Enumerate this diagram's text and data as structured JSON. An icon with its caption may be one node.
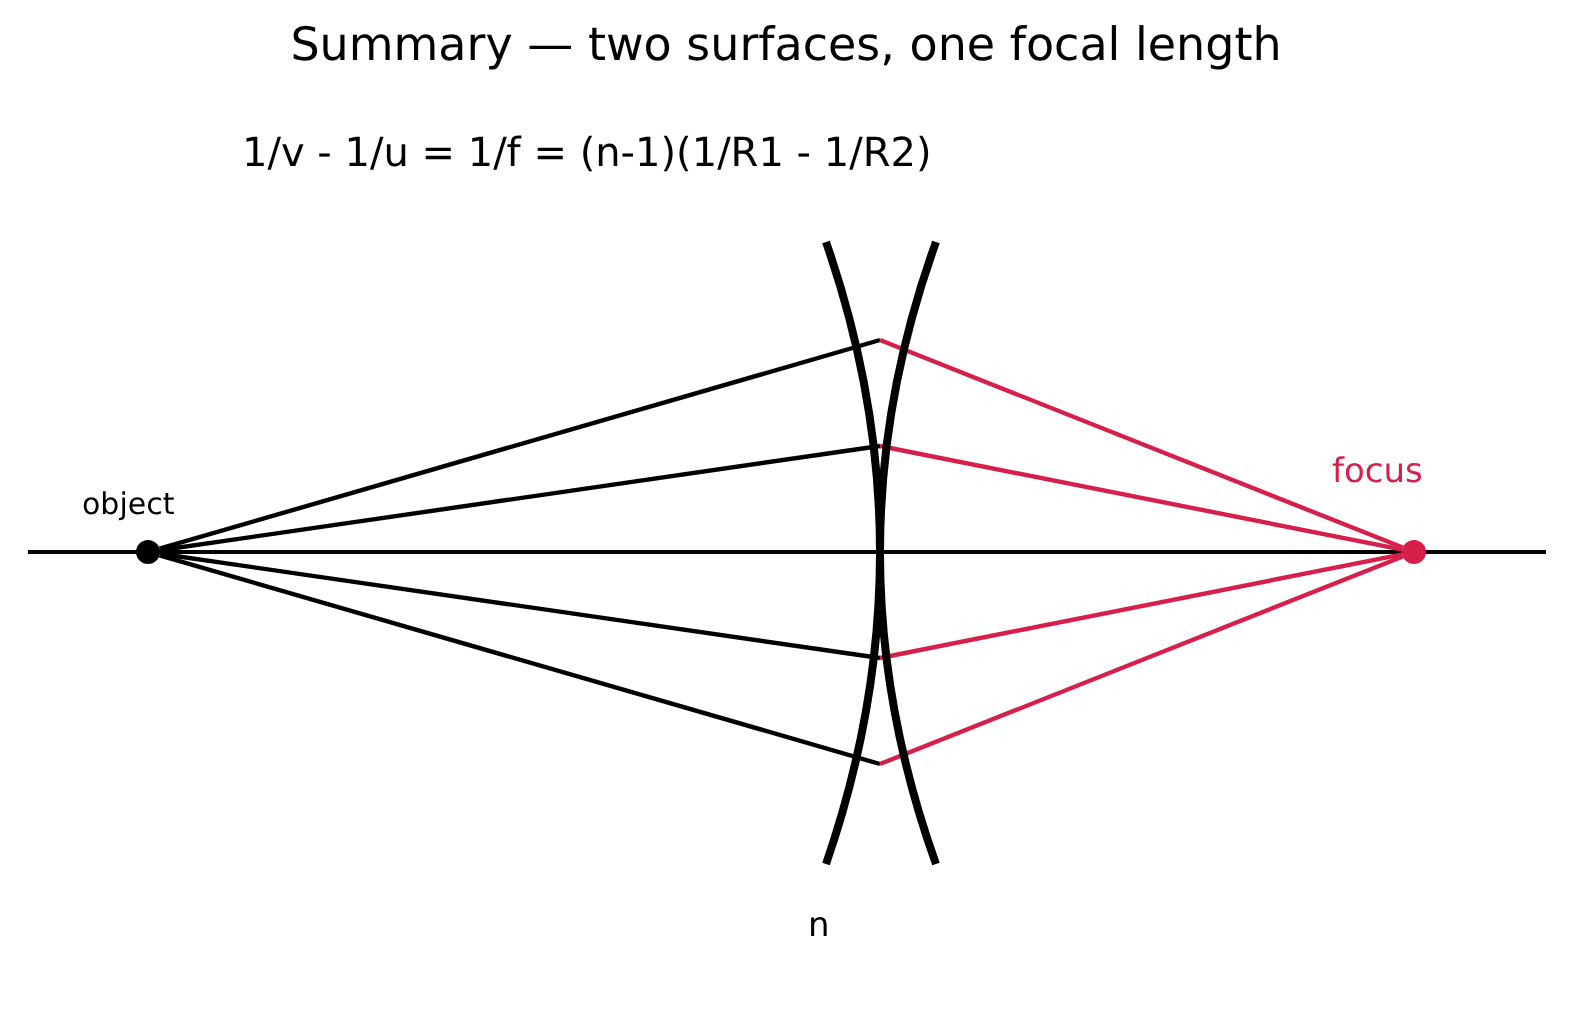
{
  "diagram": {
    "title": "Summary — two surfaces, one focal length",
    "nodes": [
      {
        "text": [],
        "shape": "circle",
        "beside": [
          "object"
        ]
      },
      {
        "text": [],
        "shape": "lens",
        "beside": [
          "n"
        ]
      },
      {
        "text": [],
        "shape": "circle",
        "beside": [
          "focus"
        ]
      }
    ],
    "edges": [
      {
        "from": 0,
        "to": 1,
        "arrow": "none"
      },
      {
        "from": 0,
        "to": 1,
        "arrow": "none"
      },
      {
        "from": 0,
        "to": 1,
        "arrow": "none"
      },
      {
        "from": 0,
        "to": 1,
        "arrow": "none"
      },
      {
        "from": 1,
        "to": 2,
        "arrow": "none",
        "color": "#d61f4b"
      },
      {
        "from": 1,
        "to": 2,
        "arrow": "none",
        "color": "#d61f4b"
      },
      {
        "from": 1,
        "to": 2,
        "arrow": "none",
        "color": "#d61f4b"
      },
      {
        "from": 1,
        "to": 2,
        "arrow": "none",
        "color": "#d61f4b"
      }
    ],
    "labels": [
      "1/v - 1/u = 1/f = (n-1)(1/R1 - 1/R2)"
    ]
  }
}
